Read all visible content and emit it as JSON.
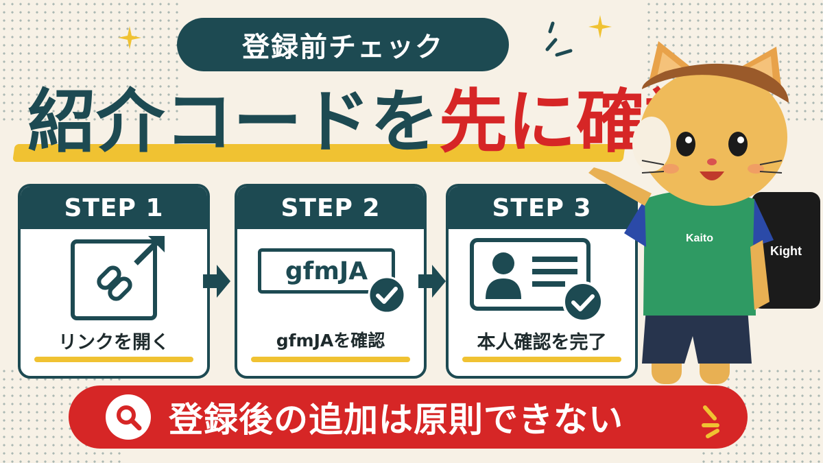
{
  "header": {
    "badge": "登録前チェック"
  },
  "title": {
    "part1": "紹介コードを",
    "part2": "先に確認"
  },
  "steps": [
    {
      "step": "STEP 1",
      "label": "リンクを開く",
      "icon": "link-arrow-icon"
    },
    {
      "step": "STEP 2",
      "label": "gfmJAを確認",
      "code": "gfmJA",
      "icon": "code-check-icon"
    },
    {
      "step": "STEP 3",
      "label": "本人確認を完了",
      "icon": "id-card-check-icon"
    }
  ],
  "footer": {
    "text": "登録後の追加は原則できない",
    "icon": "search-icon"
  },
  "mascot": {
    "shirt": "Kaito",
    "bag": "Kight"
  },
  "colors": {
    "navy": "#1d4a52",
    "red": "#d62626",
    "yellow": "#f0c232",
    "bg": "#f7f1e6"
  }
}
